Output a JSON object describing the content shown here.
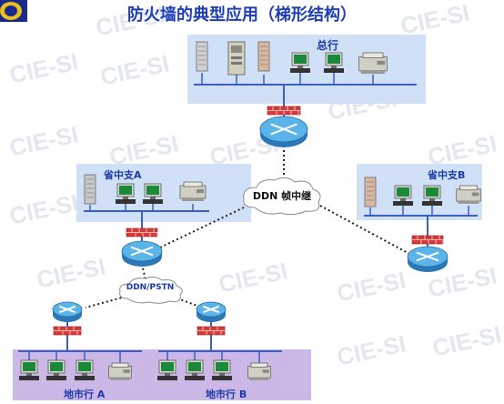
{
  "title": "防火墙的典型应用（梯形结构）",
  "nodes": {
    "hq": "总行",
    "branch_a": "省中支A",
    "branch_b": "省中支B",
    "ddn_frame_relay": "DDN 帧中继",
    "ddn_pstn": "DDN/PSTN",
    "city_a": "地市行 A",
    "city_b": "地市行 B"
  },
  "watermark": "CIE-SI",
  "colors": {
    "title": "#1e3fb5",
    "panel_blue": "#cfe0f7",
    "panel_purple": "#cbb8e6",
    "bus": "#3a5fc8",
    "router": "#3f9fd8",
    "firewall": "#d83a3a"
  }
}
